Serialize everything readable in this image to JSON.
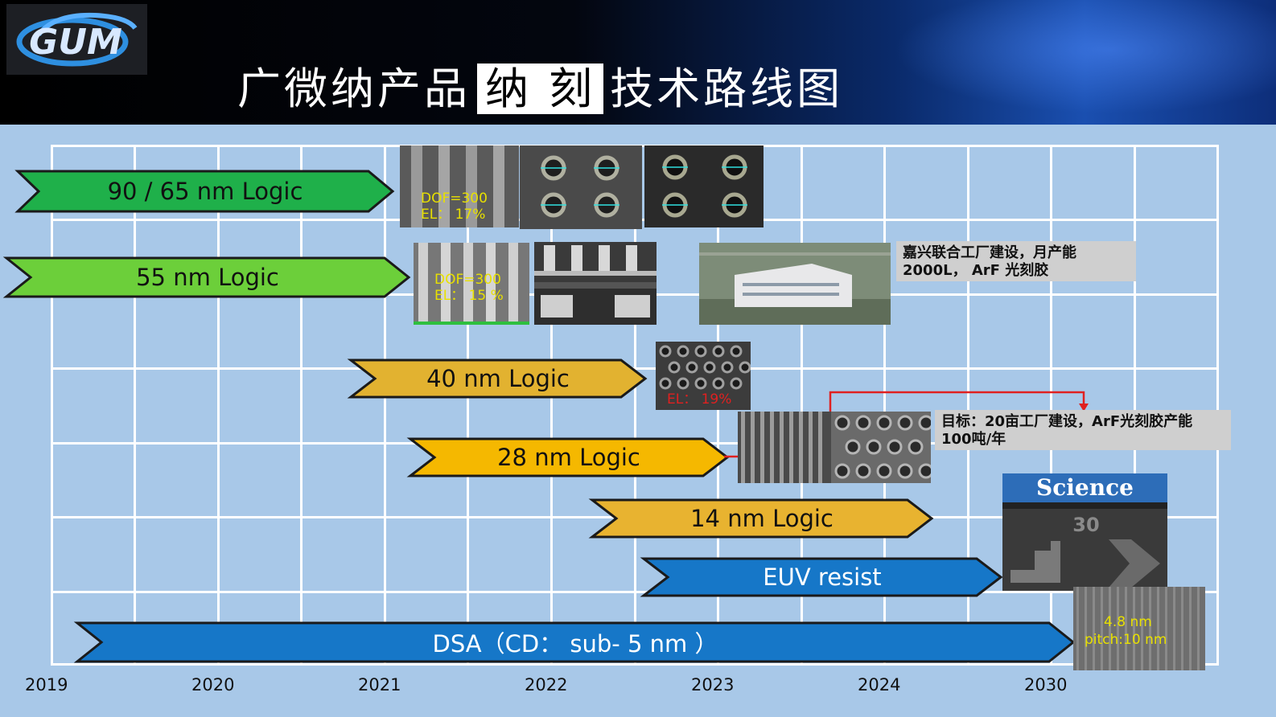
{
  "title": {
    "part1": "广微纳产品",
    "highlight": "纳 刻",
    "part2": "技术路线图"
  },
  "logo": {
    "text": "GUM"
  },
  "years": [
    "2019",
    "2020",
    "2021",
    "2022",
    "2023",
    "2024",
    "2030"
  ],
  "roadmap": [
    {
      "label": "90 / 65 nm Logic",
      "color": "#1fb04a"
    },
    {
      "label": "55 nm Logic",
      "color": "#6ccf3a"
    },
    {
      "label": "40 nm Logic",
      "color": "#e2b230"
    },
    {
      "label": "28 nm Logic",
      "color": "#f5b800"
    },
    {
      "label": "14 nm Logic",
      "color": "#e8b330"
    },
    {
      "label": "EUV resist",
      "color": "#1677c8"
    },
    {
      "label": "DSA（CD： sub- 5 nm ）",
      "color": "#1677c8"
    }
  ],
  "sem_labels": {
    "a_dof": "DOF=300",
    "a_el": "EL：  17%",
    "b_dof": "DOF=300",
    "b_el": "EL：  15 %",
    "c_el": "EL：  19%",
    "dsa_cd": "4.8 nm",
    "dsa_pitch": "pitch:10 nm"
  },
  "notes": {
    "factory": "嘉兴联合工厂建设，月产能 2000L，  ArF 光刻胶",
    "target": "目标：20亩工厂建设，ArF光刻胶产能 100吨/年"
  },
  "science": {
    "masthead": "Science",
    "panel_text": "30"
  },
  "colors": {
    "connector": "#e02020",
    "grid": "#ffffff",
    "background": "#a8c8e8"
  }
}
